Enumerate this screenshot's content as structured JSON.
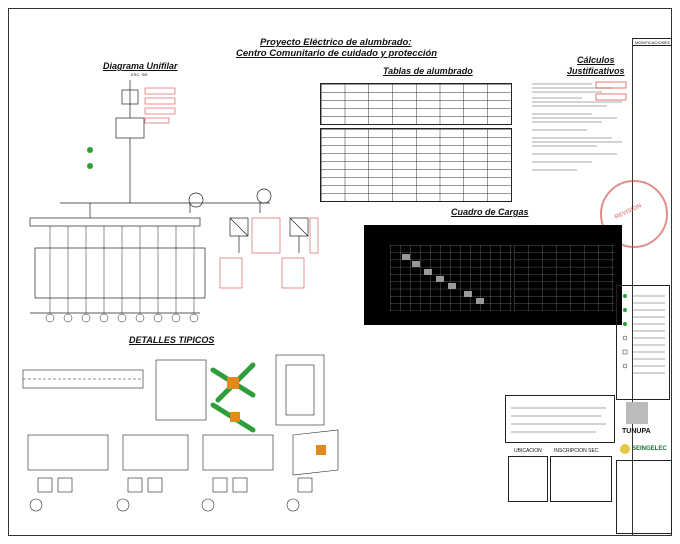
{
  "title": {
    "line1": "Proyecto Eléctrico de alumbrado:",
    "line2": "Centro Comunitario de cuidado y protección"
  },
  "sections": {
    "unifilar": "Diagrama Unifilar",
    "unifilar_sub": "ESC: S/E",
    "tablas": "Tablas de alumbrado",
    "calculos_1": "Cálculos",
    "calculos_2": "Justificativos",
    "cuadro": "Cuadro de Cargas",
    "detalles": "DETALLES TIPICOS",
    "modificaciones": "MODIFICACIONES",
    "ubicacion": "UBICACION",
    "inscripcion": "INSCRIPCION SEC"
  },
  "logos": {
    "tunupa": "TUNUPA",
    "seingelec": "SEINGELEC",
    "revision": "REVISION"
  },
  "colors": {
    "line": "#222222",
    "red_detail": "#cc2222",
    "green_detail": "#2e9e3a",
    "orange_detail": "#e08a1e",
    "cuadro_fill": "#000000",
    "stamp": "#cc4444"
  }
}
